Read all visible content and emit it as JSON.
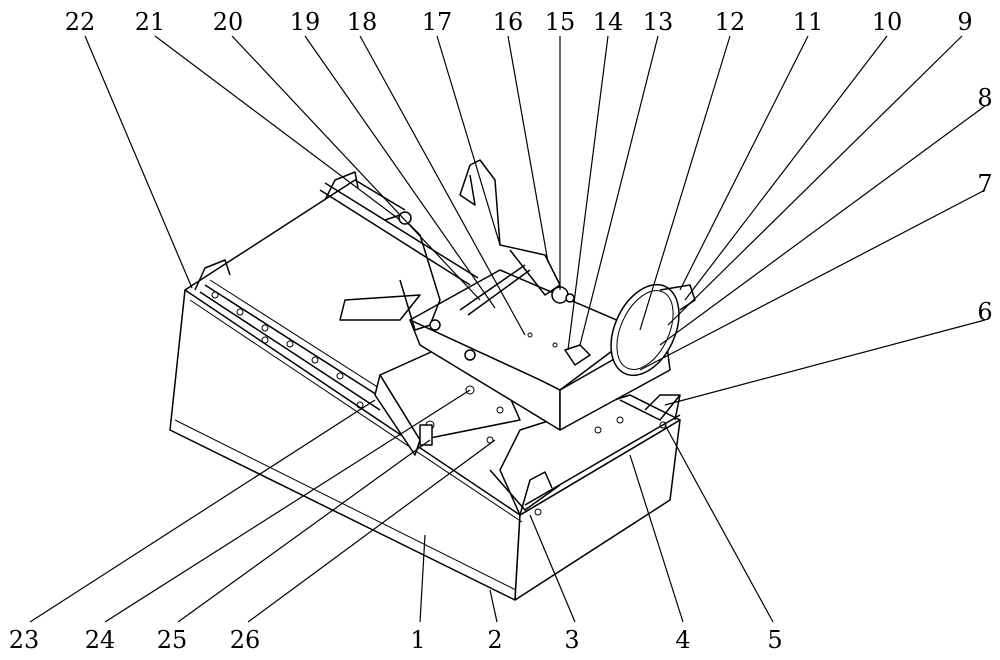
{
  "figure": {
    "labels": {
      "l1": "1",
      "l2": "2",
      "l3": "3",
      "l4": "4",
      "l5": "5",
      "l6": "6",
      "l7": "7",
      "l8": "8",
      "l9": "9",
      "l10": "10",
      "l11": "11",
      "l12": "12",
      "l13": "13",
      "l14": "14",
      "l15": "15",
      "l16": "16",
      "l17": "17",
      "l18": "18",
      "l19": "19",
      "l20": "20",
      "l21": "21",
      "l22": "22",
      "l23": "23",
      "l24": "24",
      "l25": "25",
      "l26": "26"
    }
  }
}
